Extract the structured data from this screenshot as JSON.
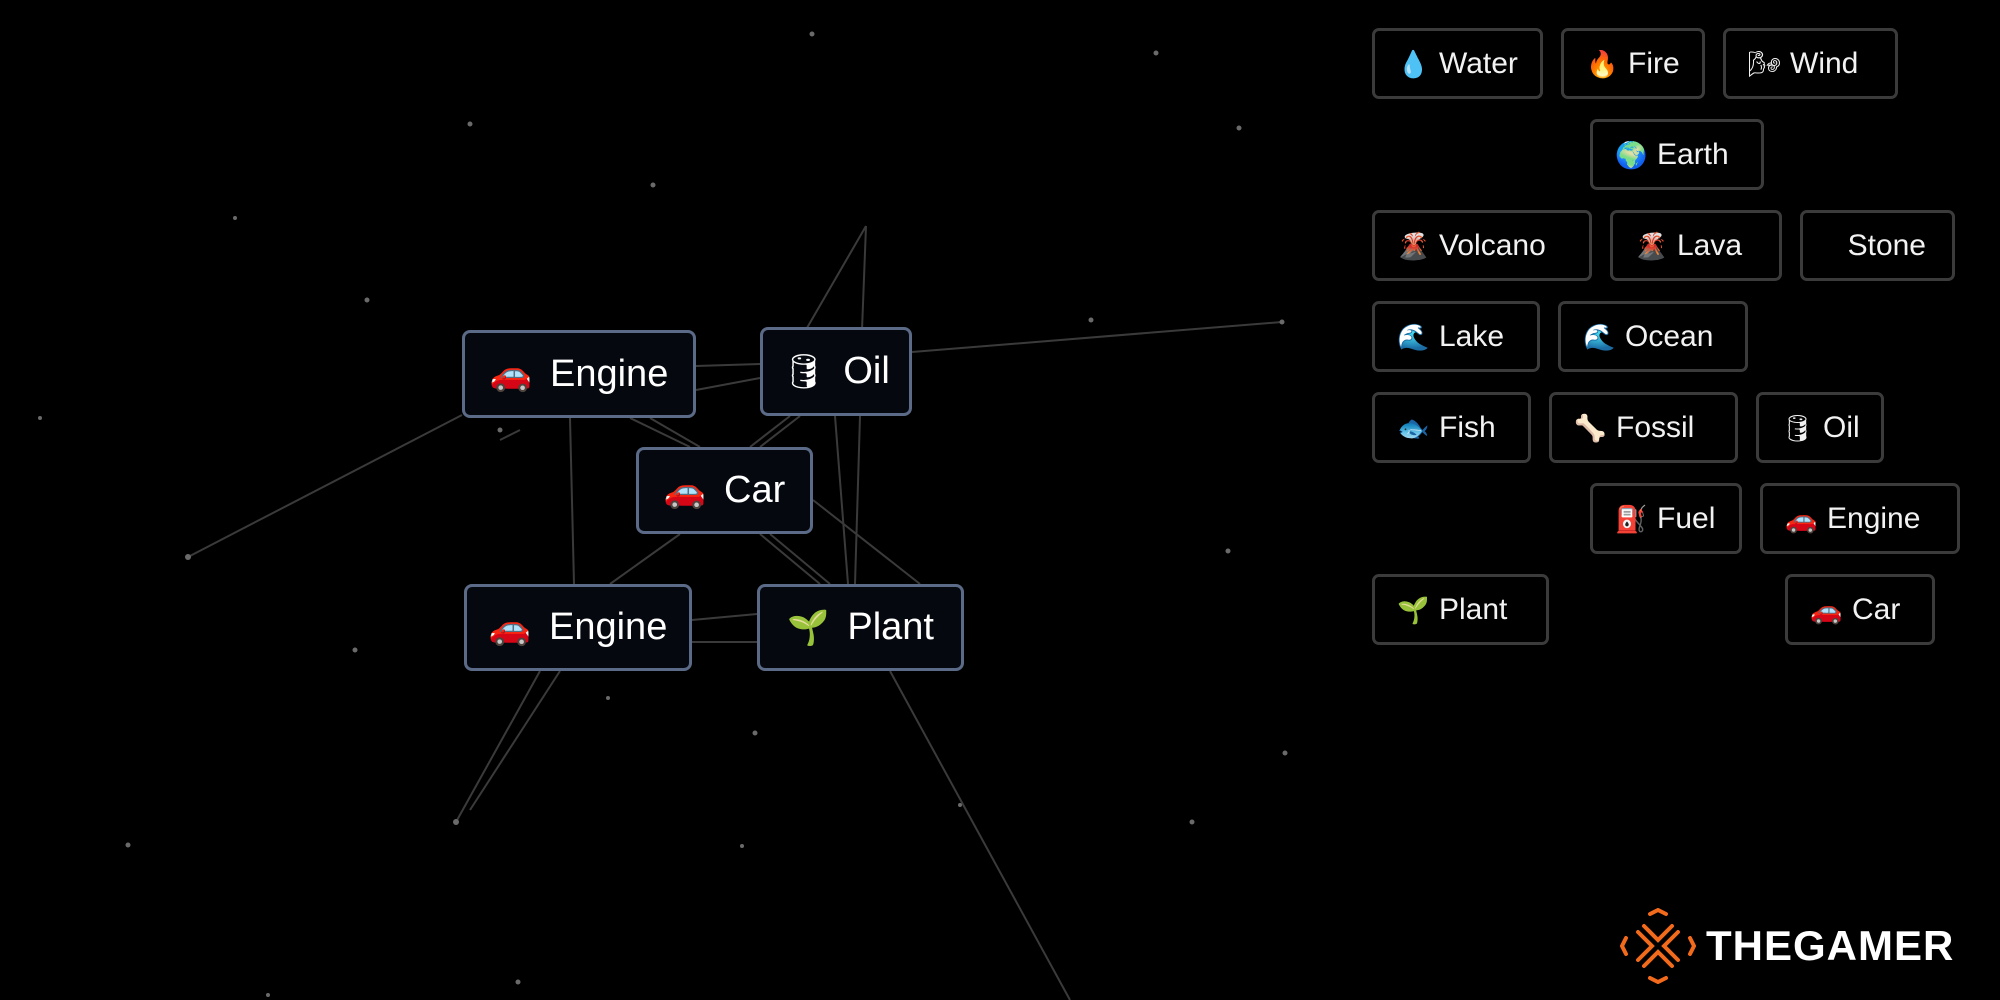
{
  "canvas": {
    "nodes": [
      {
        "label": "Engine",
        "icon": "car-icon",
        "glyph": "🚗"
      },
      {
        "label": "Oil",
        "icon": "oil-drum-icon",
        "glyph": "🛢"
      },
      {
        "label": "Car",
        "icon": "car-icon",
        "glyph": "🚗"
      },
      {
        "label": "Engine",
        "icon": "car-icon",
        "glyph": "🚗"
      },
      {
        "label": "Plant",
        "icon": "seedling-icon",
        "glyph": "🌱"
      }
    ]
  },
  "sidebar": {
    "items": [
      {
        "label": "Water",
        "icon": "droplet-icon",
        "glyph": "💧"
      },
      {
        "label": "Fire",
        "icon": "fire-icon",
        "glyph": "🔥"
      },
      {
        "label": "Wind",
        "icon": "wind-face-icon",
        "glyph": "🌬"
      },
      {
        "label": "Earth",
        "icon": "globe-icon",
        "glyph": "🌍"
      },
      {
        "label": "Volcano",
        "icon": "volcano-icon",
        "glyph": "🌋"
      },
      {
        "label": "Lava",
        "icon": "volcano-icon",
        "glyph": "🌋"
      },
      {
        "label": "Stone",
        "icon": "rock-icon",
        "glyph": ""
      },
      {
        "label": "Lake",
        "icon": "wave-icon",
        "glyph": "🌊"
      },
      {
        "label": "Ocean",
        "icon": "wave-icon",
        "glyph": "🌊"
      },
      {
        "label": "Fish",
        "icon": "fish-icon",
        "glyph": "🐟"
      },
      {
        "label": "Fossil",
        "icon": "bone-icon",
        "glyph": "🦴"
      },
      {
        "label": "Oil",
        "icon": "oil-drum-icon",
        "glyph": "🛢"
      },
      {
        "label": "Fuel",
        "icon": "fuel-pump-icon",
        "glyph": "⛽"
      },
      {
        "label": "Engine",
        "icon": "car-icon",
        "glyph": "🚗"
      },
      {
        "label": "Plant",
        "icon": "seedling-icon",
        "glyph": "🌱"
      },
      {
        "label": "Car",
        "icon": "car-icon",
        "glyph": "🚗"
      }
    ]
  },
  "watermark": {
    "text": "THEGAMER",
    "accent": "#f26a1b"
  },
  "colors": {
    "node_border": "#5b6a86",
    "item_border": "#3b3b3b",
    "background": "#000000"
  }
}
